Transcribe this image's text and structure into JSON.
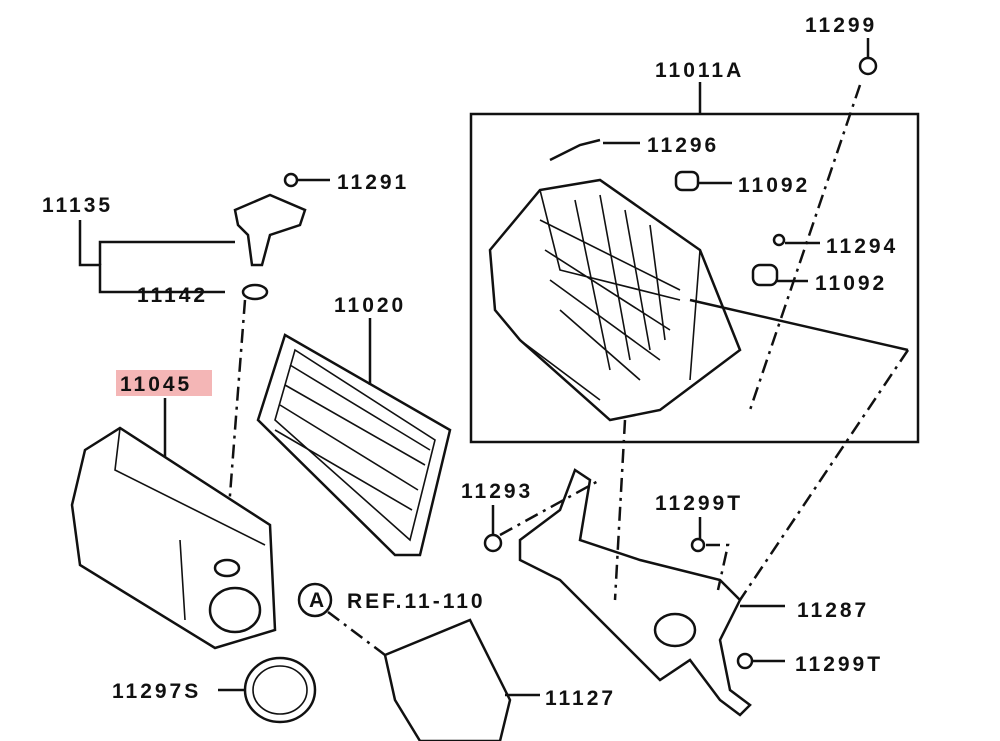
{
  "diagram": {
    "highlight_color": "#f4b6b6",
    "labels": {
      "p11299": "11299",
      "p11011A": "11011A",
      "p11296": "11296",
      "p11092a": "11092",
      "p11294": "11294",
      "p11092b": "11092",
      "p11291": "11291",
      "p11135": "11135",
      "p11142": "11142",
      "p11020": "11020",
      "p11045": "11045",
      "p11293": "11293",
      "p11299Ta": "11299T",
      "p11287": "11287",
      "p11299Tb": "11299T",
      "ref_marker": "A",
      "ref_text": "REF.11-110",
      "p11297S": "11297S",
      "p11127": "11127"
    }
  }
}
